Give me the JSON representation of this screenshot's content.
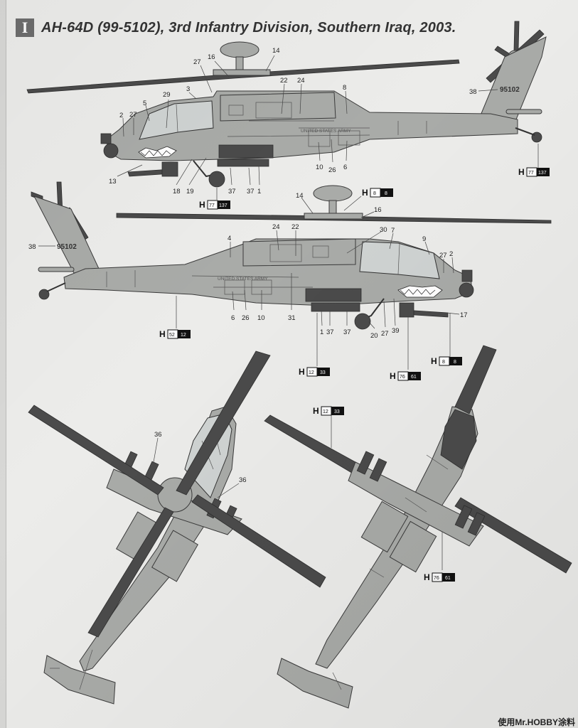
{
  "header": {
    "badge": "I",
    "title": "AH-64D (99-5102), 3rd Infantry Division,  Southern Iraq, 2003."
  },
  "footer": {
    "text": "使用Mr.HOBBY涂料"
  },
  "stencils": {
    "serial": "95102",
    "army": "UNITED STATES ARMY"
  },
  "top_view": {
    "callouts": [
      "27",
      "16",
      "14",
      "29",
      "3",
      "22",
      "24",
      "8",
      "2",
      "27",
      "5",
      "38",
      "13",
      "18",
      "19",
      "37",
      "37",
      "1",
      "10",
      "26",
      "6"
    ],
    "paint_codes": [
      {
        "h": "H",
        "a": "77",
        "b": "137"
      },
      {
        "h": "H",
        "a": "77",
        "b": "137"
      }
    ]
  },
  "side_view": {
    "callouts": [
      "14",
      "16",
      "24",
      "22",
      "30",
      "7",
      "9",
      "27",
      "2",
      "4",
      "38",
      "6",
      "26",
      "10",
      "31",
      "1",
      "37",
      "37",
      "20",
      "27",
      "39",
      "17"
    ],
    "paint_codes": [
      {
        "h": "H",
        "a": "8",
        "b": "8"
      },
      {
        "h": "H",
        "a": "52",
        "b": "12"
      },
      {
        "h": "H",
        "a": "12",
        "b": "33"
      },
      {
        "h": "H",
        "a": "76",
        "b": "61"
      },
      {
        "h": "H",
        "a": "8",
        "b": "8"
      }
    ]
  },
  "plan_views": {
    "callouts": [
      "36",
      "36"
    ],
    "paint_codes": [
      {
        "h": "H",
        "a": "12",
        "b": "33"
      },
      {
        "h": "H",
        "a": "76",
        "b": "61"
      }
    ]
  }
}
